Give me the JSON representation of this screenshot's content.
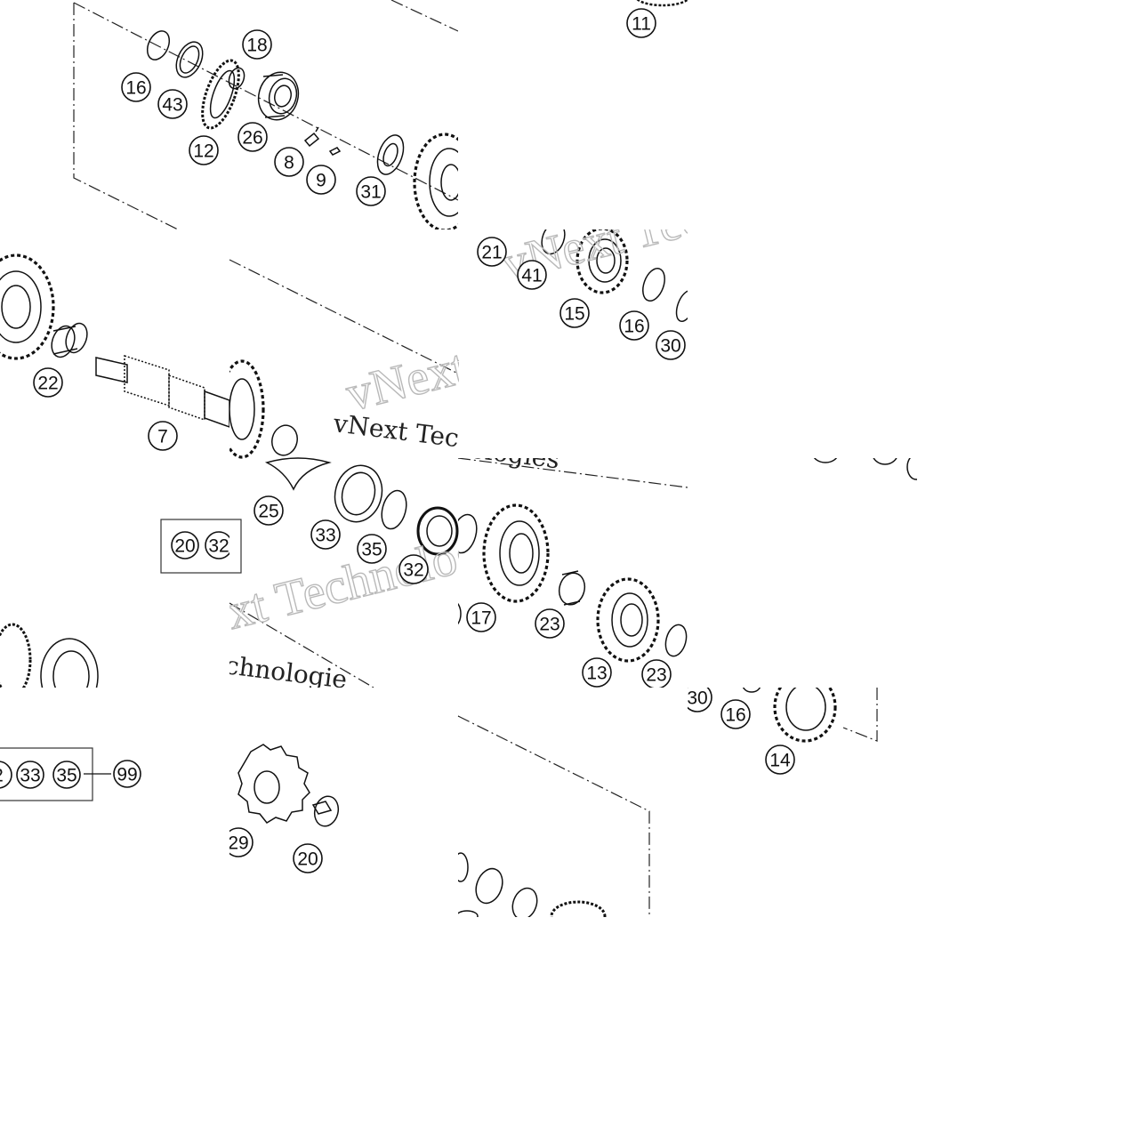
{
  "diagram": {
    "watermark_text": "vNext Technologies",
    "watermark_partials": [
      "vNext Tec",
      "nologies",
      "chnologie"
    ],
    "kit_box_a": [
      "20",
      "32"
    ],
    "kit_box_b": [
      "2",
      "33",
      "35"
    ],
    "kit_result": "99",
    "callouts": [
      {
        "label": "11"
      },
      {
        "label": "18"
      },
      {
        "label": "16"
      },
      {
        "label": "43"
      },
      {
        "label": "26"
      },
      {
        "label": "12"
      },
      {
        "label": "8"
      },
      {
        "label": "9"
      },
      {
        "label": "31"
      },
      {
        "label": "21"
      },
      {
        "label": "41"
      },
      {
        "label": "15"
      },
      {
        "label": "16"
      },
      {
        "label": "30"
      },
      {
        "label": "22"
      },
      {
        "label": "7"
      },
      {
        "label": "25"
      },
      {
        "label": "33"
      },
      {
        "label": "35"
      },
      {
        "label": "32"
      },
      {
        "label": "17"
      },
      {
        "label": "23"
      },
      {
        "label": "13"
      },
      {
        "label": "23"
      },
      {
        "label": "30"
      },
      {
        "label": "16"
      },
      {
        "label": "14"
      },
      {
        "label": "29"
      },
      {
        "label": "20"
      }
    ]
  }
}
